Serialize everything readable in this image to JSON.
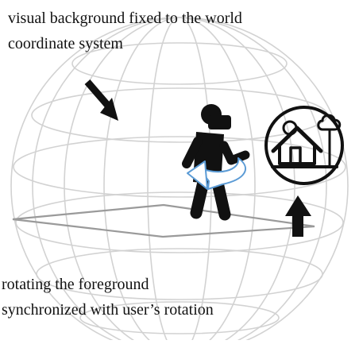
{
  "captions": {
    "background_line1": "visual background fixed to the world",
    "background_line2": "coordinate system",
    "foreground_line1": "rotating the foreground",
    "foreground_line2": "synchronized with user’s rotation"
  },
  "icons": {
    "person": "vr-headset-walking-person-icon",
    "rotation": "rotation-arrow-icon",
    "home": "house-with-tree-and-sun-icon",
    "arrow_to_sphere": "diagonal-arrow-icon",
    "arrow_to_home": "up-arrow-icon"
  },
  "colors": {
    "sphere_lines": "#d2d2d2",
    "floor_plane": "#9a9a9a",
    "ink": "#111111",
    "rotation_arrow": "#5b9bd5"
  }
}
